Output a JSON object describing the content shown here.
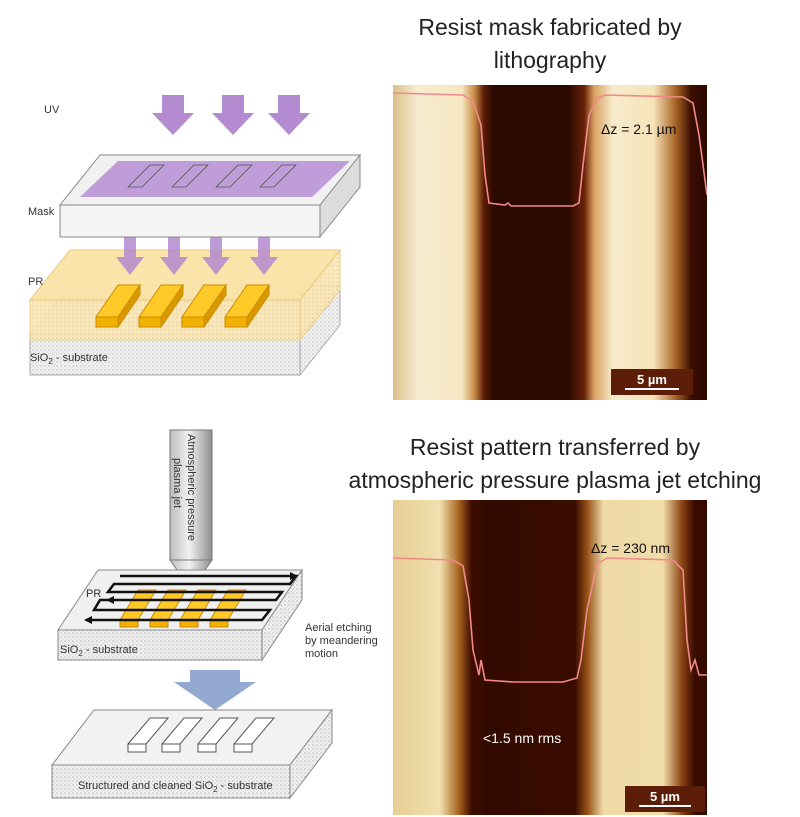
{
  "top": {
    "title_line1": "Resist mask fabricated by",
    "title_line2": "lithography",
    "dz": "Δz = 2.1 µm",
    "scale": "5 µm",
    "labels": {
      "uv": "UV",
      "mask": "Mask",
      "pr": "PR",
      "substrate_pre": "SiO",
      "substrate_sub": "2",
      "substrate_post": " - substrate"
    }
  },
  "bottom": {
    "title_line1": "Resist pattern transferred by",
    "title_line2": "atmospheric pressure plasma jet etching",
    "dz": "Δz = 230 nm",
    "rms": "<1.5 nm rms",
    "scale": "5 µm",
    "labels": {
      "jet_line1": "Atmospheric pressure",
      "jet_line2": "plasma jet",
      "pr": "PR",
      "substrate_pre": "SiO",
      "substrate_sub": "2",
      "substrate_post": " - substrate",
      "aerial_line1": "Aerial etching",
      "aerial_line2": "by meandering",
      "aerial_line3": "motion",
      "cleaned_pre": "Structured and cleaned SiO",
      "cleaned_sub": "2",
      "cleaned_post": " - substrate"
    }
  },
  "colors": {
    "uv_arrow": "#b48ad0",
    "resist": "#f2b000",
    "afm_dark": "#3a0d02",
    "afm_light": "#f6e8c4",
    "profile": "#f08a8a",
    "scalebar": "#5c1e08",
    "process_arrow": "#94a9cf"
  }
}
